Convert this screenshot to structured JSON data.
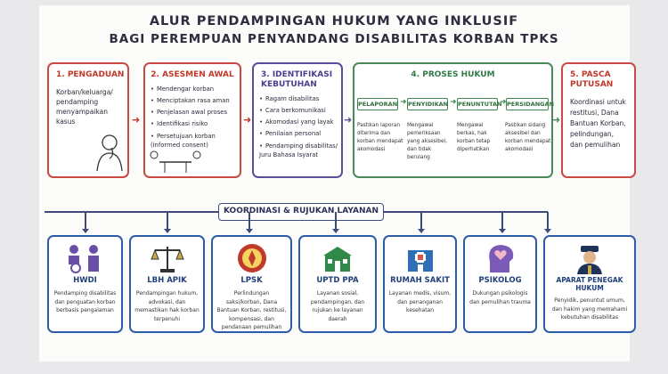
{
  "title": {
    "line1": "ALUR PENDAMPINGAN HUKUM YANG INKLUSIF",
    "line2": "BAGI PEREMPUAN PENYANDANG DISABILITAS KORBAN TPKS"
  },
  "steps": [
    {
      "title": "1. PENGADUAN",
      "text": "Korban/keluarga/ pendamping menyampaikan kasus"
    },
    {
      "title": "2. ASESMEN AWAL",
      "items": [
        "Mendengar korban",
        "Menciptakan rasa aman",
        "Penjelasan awal proses",
        "Identifikasi risiko",
        "Persetujuan korban (informed consent)"
      ]
    },
    {
      "title": "3. IDENTIFIKASI KEBUTUHAN",
      "items": [
        "Ragam disabilitas",
        "Cara berkomunikasi",
        "Akomodasi yang layak",
        "Penilaian personal",
        "Pendamping disabilitas/ Juru Bahasa Isyarat"
      ]
    },
    {
      "title": "4. PROSES HUKUM"
    },
    {
      "title": "5. PASCA PUTUSAN",
      "text": "Koordinasi untuk restitusi, Dana Bantuan Korban, pelindungan, dan pemulihan"
    }
  ],
  "process": [
    {
      "phase": "PELAPORAN",
      "desc": "Pastikan laporan diterima dan korban mendapat akomodasi"
    },
    {
      "phase": "PENYIDIKAN",
      "desc": "Mengawal pemeriksaan yang aksesibel, dan tidak berulang"
    },
    {
      "phase": "PENUNTUTAN",
      "desc": "Mengawal berkas, hak korban tetap diperhatikan"
    },
    {
      "phase": "PERSIDANGAN",
      "desc": "Pastikan sidang aksesibel dan korban mendapat akomodasi"
    }
  ],
  "coordination": "KOORDINASI & RUJUKAN LAYANAN",
  "orgs": [
    {
      "name": "HWDI",
      "desc": "Pendamping disabilitas dan penguatan korban berbasis pengalaman",
      "icon": "wheelchair-people-icon"
    },
    {
      "name": "LBH APIK",
      "desc": "Pendampingan hukum, advokasi, dan memastikan hak korban terpenuhi",
      "icon": "scales-icon"
    },
    {
      "name": "LPSK",
      "desc": "Perlindungan saksi/korban, Dana Bantuan Korban, restitusi, kompensasi, dan pendanaan pemulihan",
      "icon": "lpsk-emblem-icon"
    },
    {
      "name": "UPTD PPA",
      "desc": "Layanan sosial, pendampingan, dan rujukan ke layanan daerah",
      "icon": "building-icon"
    },
    {
      "name": "RUMAH SAKIT",
      "desc": "Layanan medis, visum, dan penanganan kesehatan",
      "icon": "hospital-icon"
    },
    {
      "name": "PSIKOLOG",
      "desc": "Dukungan psikologis dan pemulihan trauma",
      "icon": "head-heart-icon"
    },
    {
      "name": "APARAT PENEGAK HUKUM",
      "desc": "Penyidik, penuntut umum, dan hakim yang memahami kebutuhan disabilitas",
      "icon": "police-officer-icon"
    }
  ]
}
